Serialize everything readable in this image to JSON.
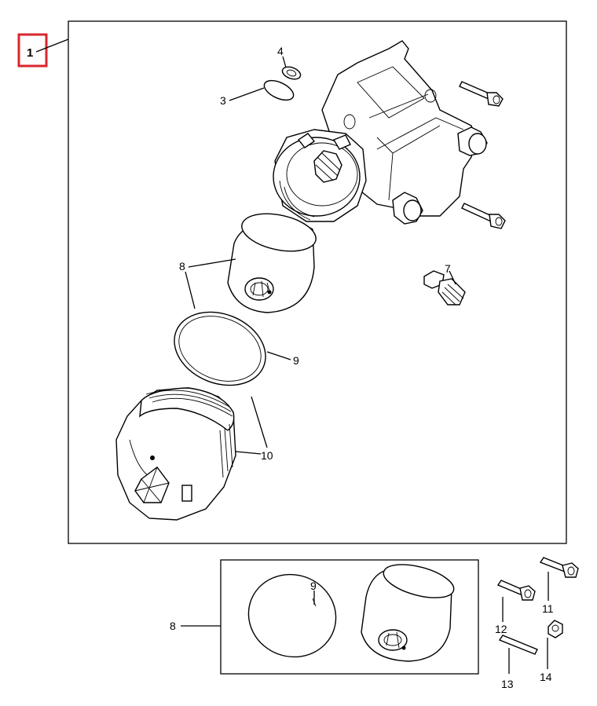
{
  "callouts": {
    "c1": "1",
    "c3": "3",
    "c4": "4",
    "c7": "7",
    "c8": "8",
    "c9": "9",
    "c10": "10",
    "c8b": "8",
    "c9b": "9",
    "c11": "11",
    "c12": "12",
    "c13": "13",
    "c14": "14"
  },
  "colors": {
    "highlight": "#d9262c",
    "line": "#000000",
    "background": "#ffffff"
  }
}
